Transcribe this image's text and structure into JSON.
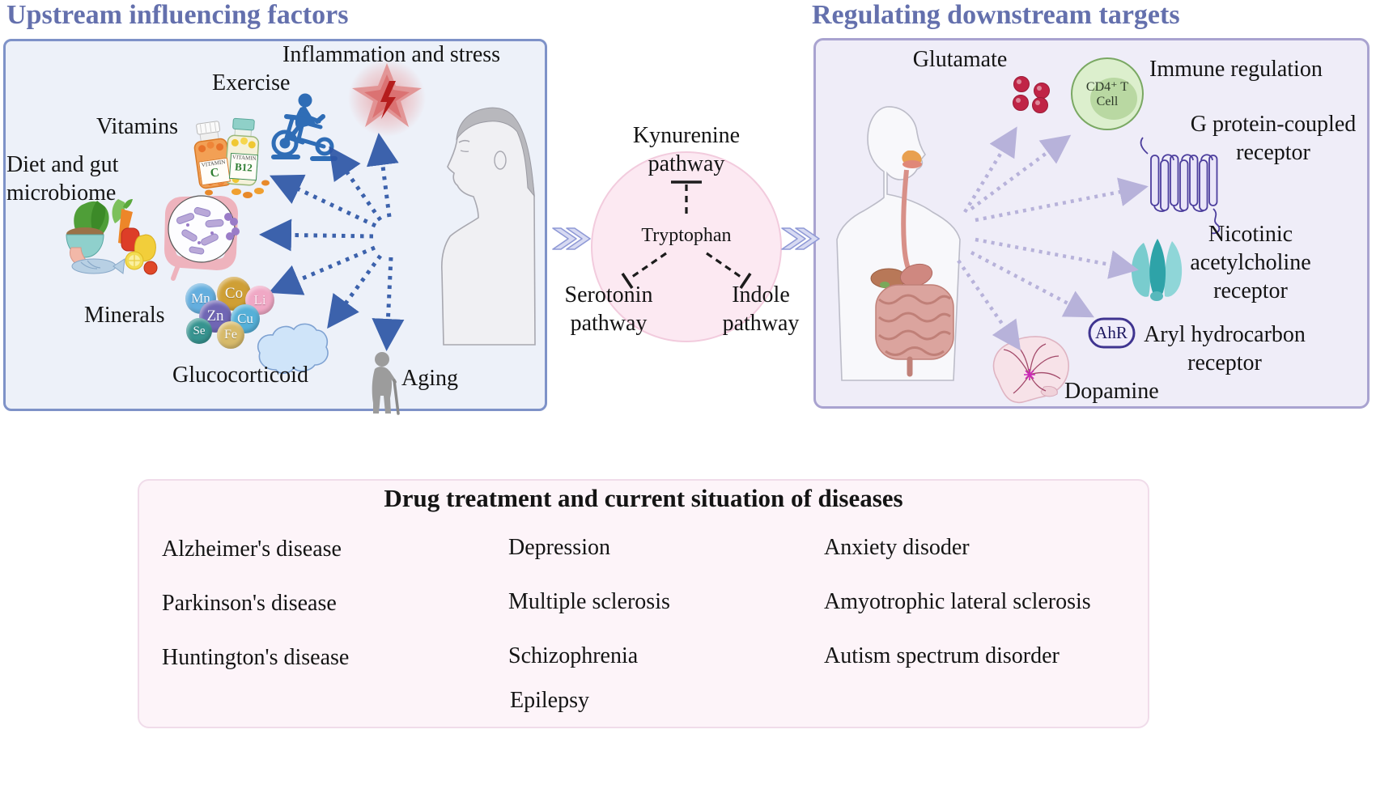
{
  "header": {
    "upstream_title": "Upstream influencing factors",
    "downstream_title": "Regulating downstream targets"
  },
  "upstream": {
    "inflammation": "Inflammation and stress",
    "exercise": "Exercise",
    "vitamins": "Vitamins",
    "diet_line1": "Diet and gut",
    "diet_line2": "microbiome",
    "minerals": "Minerals",
    "glucocorticoid": "Glucocorticoid",
    "aging": "Aging",
    "vitamin_bottles": [
      {
        "word": "VITAMIN",
        "value": "C"
      },
      {
        "word": "VITAMIN",
        "value": "B12"
      }
    ],
    "mineral_elements": [
      "Mn",
      "Co",
      "Li",
      "Zn",
      "Cu",
      "Se",
      "Fe"
    ]
  },
  "hub": {
    "center": "Tryptophan",
    "top_line1": "Kynurenine",
    "top_line2": "pathway",
    "left_line1": "Serotonin",
    "left_line2": "pathway",
    "right_line1": "Indole",
    "right_line2": "pathway"
  },
  "downstream": {
    "glutamate": "Glutamate",
    "cd4_line1": "CD4⁺ T",
    "cd4_line2": "Cell",
    "immune": "Immune regulation",
    "gpcr_line1": "G protein-coupled",
    "gpcr_line2": "receptor",
    "nachr_line1": "Nicotinic",
    "nachr_line2": "acetylcholine",
    "nachr_line3": "receptor",
    "ahr_badge": "AhR",
    "ahr_line1": "Aryl hydrocarbon",
    "ahr_line2": "receptor",
    "dopamine": "Dopamine"
  },
  "diseases": {
    "title": "Drug treatment and current situation of diseases",
    "col1": [
      "Alzheimer's disease",
      "Parkinson's disease",
      "Huntington's disease"
    ],
    "col2": [
      "Depression",
      "Multiple sclerosis",
      "Schizophrenia",
      "Epilepsy"
    ],
    "col3": [
      "Anxiety disoder",
      "Amyotrophic lateral sclerosis",
      "Autism spectrum disorder"
    ]
  },
  "colors": {
    "section_title": "#6470ad",
    "left_box_bg": "#edf1f9",
    "left_box_border": "#7e92c8",
    "right_box_bg": "#efedf8",
    "right_box_border": "#a9a3d0",
    "hub_bg": "#fce9f2",
    "hub_border": "#f2cbdd",
    "bottom_box_bg": "#fdf4f9",
    "bottom_box_border": "#f0dcea",
    "arrow_blue": "#2e56a6",
    "arrow_lavender": "#b7b2da",
    "glutamate_dot": "#c02446",
    "mineral_colors": [
      "#64aede",
      "#cf9f35",
      "#f0a8c5",
      "#7066b4",
      "#55b0d8",
      "#379490",
      "#d7ba6a"
    ],
    "text": "#141414"
  }
}
